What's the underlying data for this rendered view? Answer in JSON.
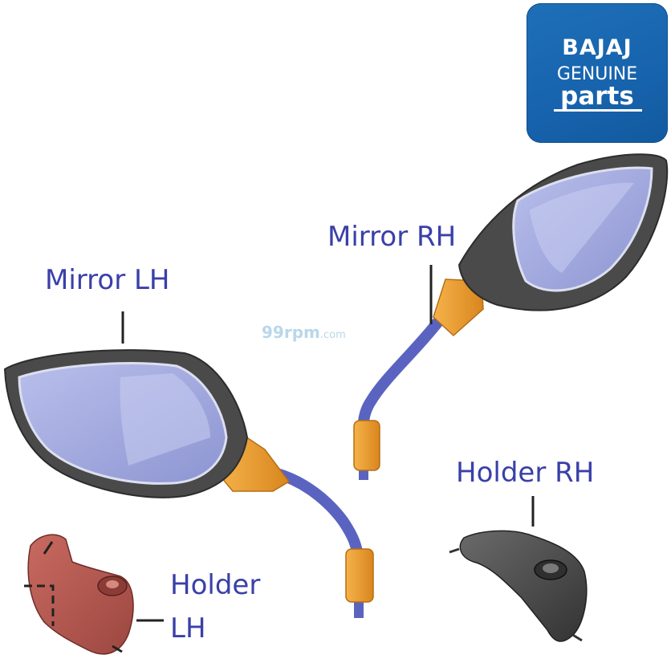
{
  "labels": {
    "mirror_lh": "Mirror LH",
    "mirror_rh": "Mirror RH",
    "holder_rh": "Holder RH",
    "holder_lh_line1": "Holder",
    "holder_lh_line2": "LH"
  },
  "logo": {
    "line1": "BAJAJ",
    "line2": "GENUINE",
    "line3": "parts"
  },
  "watermark": {
    "main": "99rpm",
    "suffix": ".com"
  },
  "colors": {
    "label": "#3a40a8",
    "logo_bg": "#1763ad",
    "mirror_glass": "#a7aee0",
    "mirror_housing": "#4a4a4a",
    "stem": "#5a64c0",
    "joint": "#f0a030",
    "holder_lh": "#b55a52",
    "holder_rh": "#4c4c4c"
  }
}
